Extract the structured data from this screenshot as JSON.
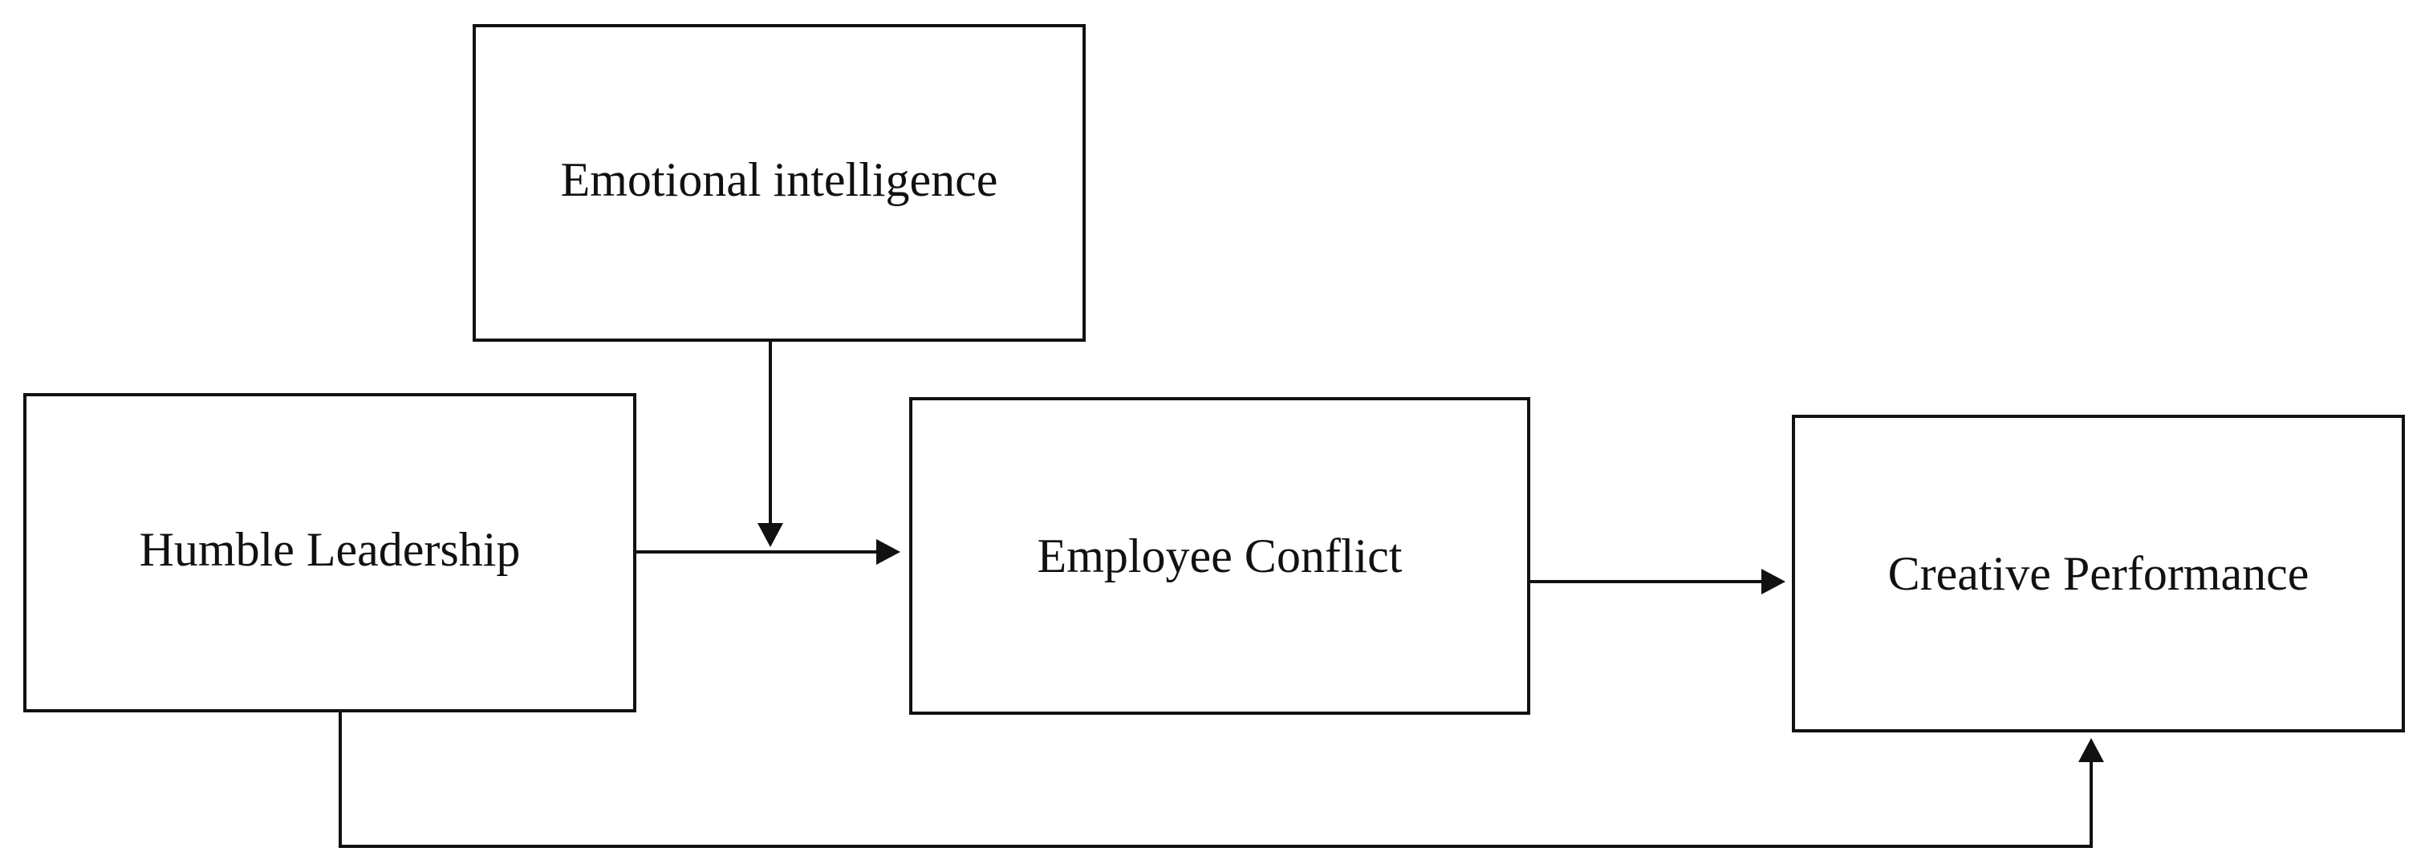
{
  "diagram": {
    "nodes": {
      "emotional_intelligence": "Emotional intelligence",
      "humble_leadership": "Humble Leadership",
      "employee_conflict": "Employee Conflict",
      "creative_performance": "Creative Performance"
    },
    "edges": [
      {
        "from": "humble_leadership",
        "to": "employee_conflict"
      },
      {
        "from": "emotional_intelligence",
        "to": "humble_leadership->employee_conflict",
        "type": "moderation"
      },
      {
        "from": "employee_conflict",
        "to": "creative_performance"
      },
      {
        "from": "humble_leadership",
        "to": "creative_performance"
      }
    ],
    "colors": {
      "stroke": "#111111",
      "background": "#ffffff"
    }
  }
}
